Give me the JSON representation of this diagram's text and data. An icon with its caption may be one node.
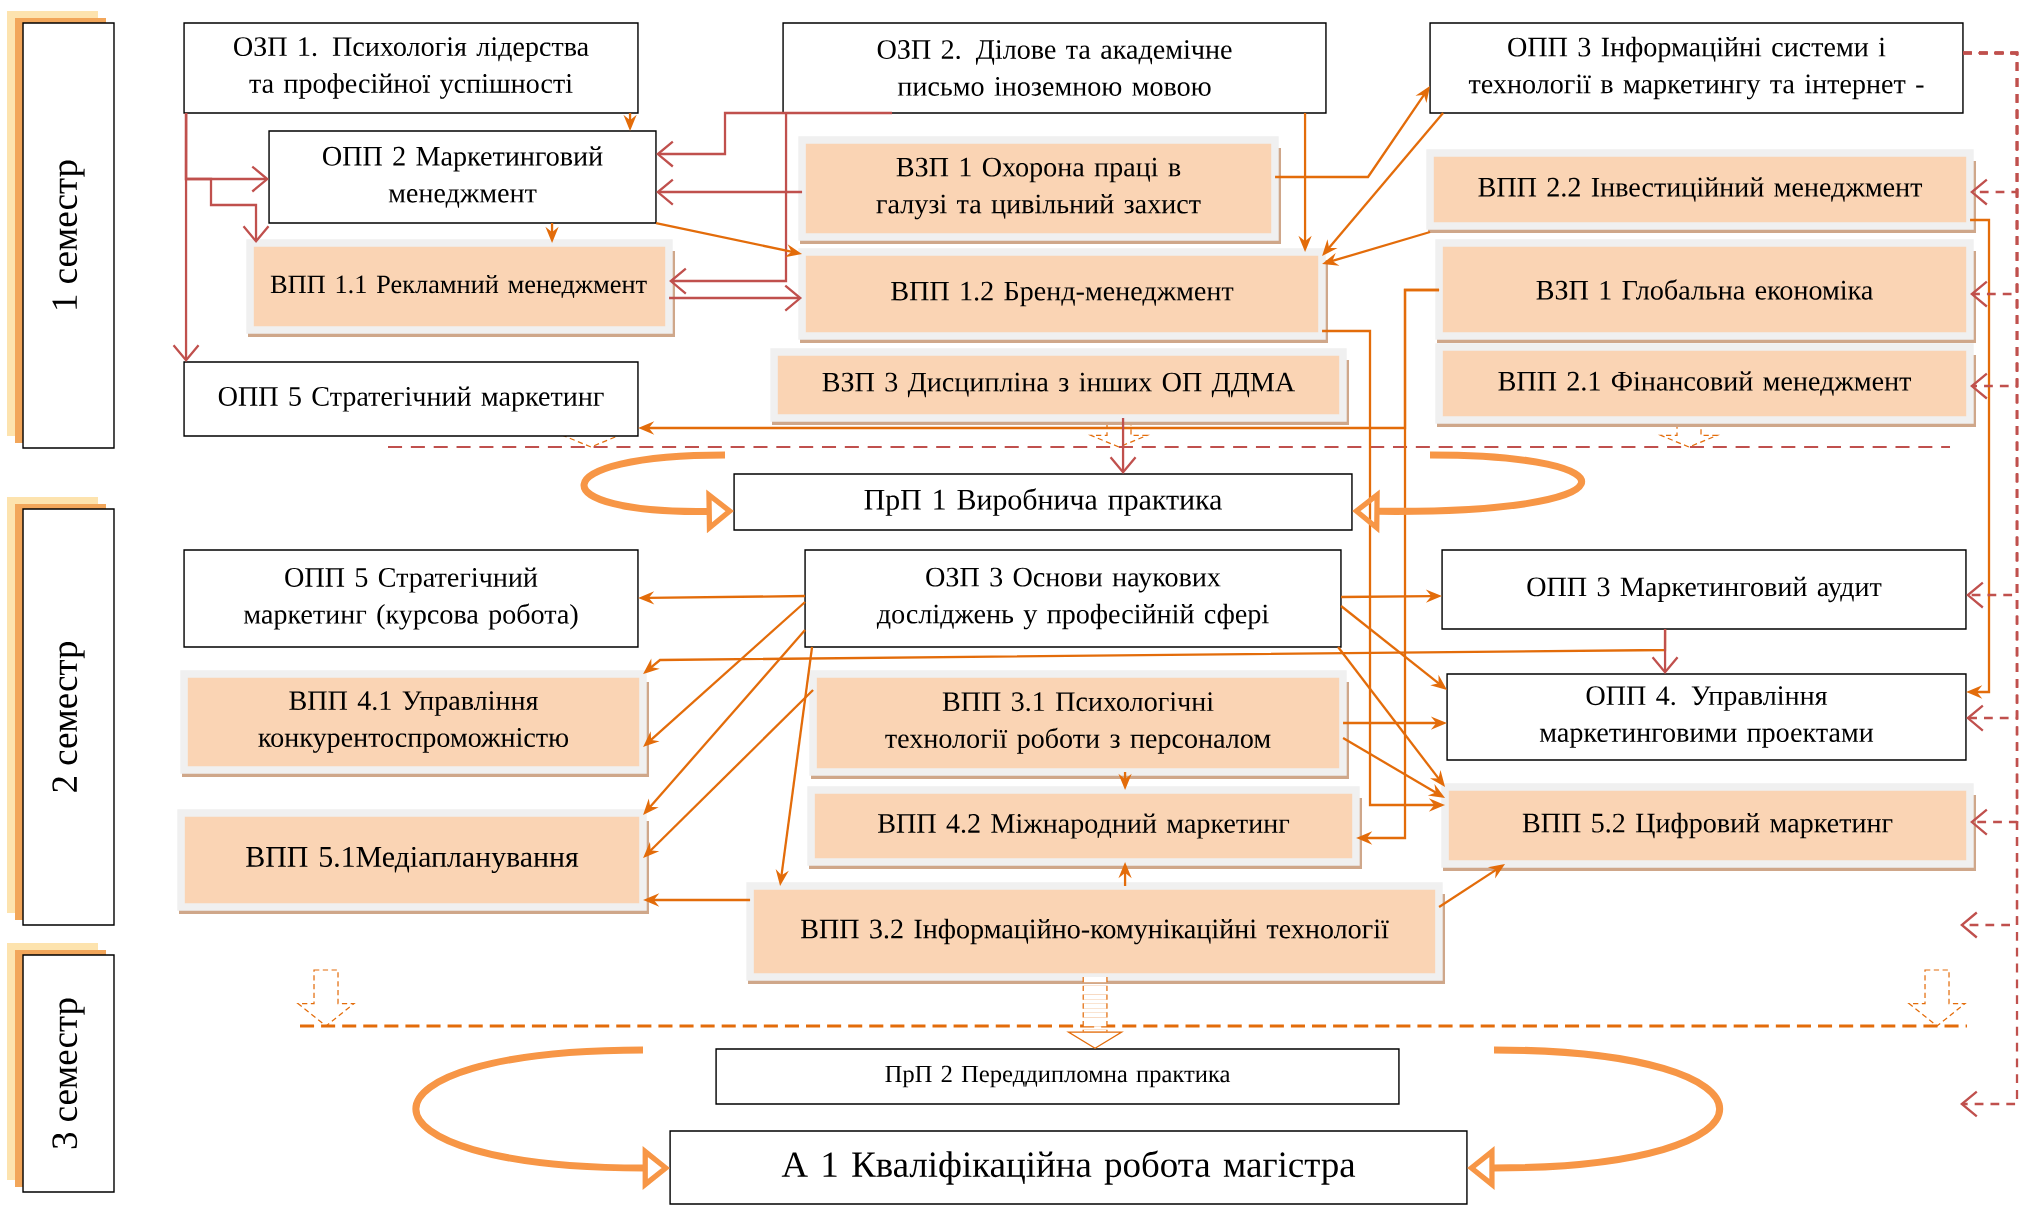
{
  "diagram": {
    "nodes": [
      {
        "text": [
          "ОЗП 1. Психологія лідерства та професійної успішності"
        ]
      },
      {
        "text": [
          "ОЗП 2. Ділове та академічне письмо іноземною мовою"
        ]
      },
      {
        "text": [
          "ОПП 3 Інформаційні системи і технології в маркетингу та інтернет -"
        ]
      },
      {
        "text": [
          "ОПП 2 Маркетинговий менеджмент"
        ]
      },
      {
        "text": [
          "ВЗП 1 Охорона праці в галузі та цивільний захист"
        ]
      },
      {
        "text": [
          "ВПП 2.2 Інвестиційний менеджмент"
        ]
      },
      {
        "text": [
          "ВПП 1.1 Рекламний менеджмент"
        ]
      },
      {
        "text": [
          "ВПП 1.2 Бренд-менеджмент"
        ]
      },
      {
        "text": [
          "ВЗП 1 Глобальна економіка"
        ]
      },
      {
        "text": [
          "ОПП 5 Стратегічний маркетинг"
        ]
      },
      {
        "text": [
          "ВЗП 3 Дисципліна з інших ОП ДДМА"
        ]
      },
      {
        "text": [
          "ВПП 2.1 Фінансовий менеджмент"
        ]
      },
      {
        "text": [
          "ПрП 1 Виробнича практика"
        ]
      },
      {
        "text": [
          "ОПП 5 Стратегічний маркетинг (курсова робота)"
        ]
      },
      {
        "text": [
          "ОЗП 3 Основи наукових досліджень у професійній сфері"
        ]
      },
      {
        "text": [
          "ОПП 3 Маркетинговий аудит"
        ]
      },
      {
        "text": [
          "ВПП 4.1 Управління конкурентоспроможністю"
        ]
      },
      {
        "text": [
          "ВПП 3.1 Психологічні технології роботи з персоналом"
        ]
      },
      {
        "text": [
          "ОПП 4. Управління маркетинговими проектами"
        ]
      },
      {
        "text": [
          "ВПП 5.1Медіапланування"
        ]
      },
      {
        "text": [
          "ВПП 4.2 Міжнародний маркетинг"
        ]
      },
      {
        "text": [
          "ВПП 5.2 Цифровий маркетинг"
        ]
      },
      {
        "text": [
          "ВПП 3.2 Інформаційно-комунікаційні технології"
        ]
      },
      {
        "text": [
          "ПрП 2 Переддипломна практика"
        ]
      },
      {
        "text": [
          "А 1 Кваліфікаційна робота магістра"
        ]
      },
      {
        "text": [
          "1 семестр"
        ]
      },
      {
        "text": [
          "2 семестр"
        ]
      },
      {
        "text": [
          "3 семестр"
        ]
      }
    ],
    "edges": [
      {
        "from": 0,
        "to": 9,
        "arrow": "to",
        "color": "#c0504d"
      },
      {
        "from": 0,
        "to": 3,
        "arrow": "to",
        "color": "#c0504d"
      },
      {
        "from": 0,
        "to": 6,
        "arrow": "to",
        "color": "#c0504d"
      },
      {
        "from": 0,
        "to": 3,
        "arrow": "to"
      },
      {
        "from": 1,
        "to": 3,
        "arrow": "to",
        "color": "#c0504d"
      },
      {
        "from": 4,
        "to": 3,
        "arrow": "to",
        "color": "#c0504d"
      },
      {
        "from": 1,
        "to": 6,
        "arrow": "to",
        "color": "#c0504d"
      },
      {
        "from": 6,
        "to": 7,
        "arrow": "to",
        "color": "#c0504d"
      },
      {
        "from": 3,
        "to": 6,
        "arrow": "to"
      },
      {
        "from": 3,
        "to": 7,
        "arrow": "to"
      },
      {
        "from": 4,
        "to": 2,
        "arrow": "to"
      },
      {
        "from": 2,
        "to": 7,
        "arrow": "to"
      },
      {
        "from": 1,
        "to": 7,
        "arrow": "to"
      },
      {
        "from": 5,
        "to": 7,
        "arrow": "to"
      },
      {
        "from": 8,
        "to": 9,
        "arrow": "to"
      },
      {
        "from": 8,
        "to": 20,
        "arrow": "to"
      },
      {
        "from": 7,
        "to": 21,
        "arrow": "to"
      },
      {
        "from": 5,
        "to": 18,
        "arrow": "to"
      },
      {
        "from": 14,
        "to": 13,
        "arrow": "to"
      },
      {
        "from": 14,
        "to": 16,
        "arrow": "to"
      },
      {
        "from": 14,
        "to": 19,
        "arrow": "to"
      },
      {
        "from": 17,
        "to": 19,
        "arrow": "to"
      },
      {
        "from": 14,
        "to": 22,
        "arrow": "to"
      },
      {
        "from": 14,
        "to": 15,
        "arrow": "to"
      },
      {
        "from": 14,
        "to": 18,
        "arrow": "to"
      },
      {
        "from": 14,
        "to": 21,
        "arrow": "to"
      },
      {
        "from": 15,
        "to": 16,
        "arrow": "to"
      },
      {
        "from": 15,
        "to": 18,
        "arrow": "to",
        "color": "#c0504d"
      },
      {
        "from": 17,
        "to": 18,
        "arrow": "to"
      },
      {
        "from": 17,
        "to": 20,
        "arrow": "to"
      },
      {
        "from": 22,
        "to": 20,
        "arrow": "to"
      },
      {
        "from": 22,
        "to": 19,
        "arrow": "to"
      },
      {
        "from": 22,
        "to": 21,
        "arrow": "to"
      },
      {
        "from": 17,
        "to": 21,
        "arrow": "to"
      },
      {
        "from": 10,
        "to": 12,
        "arrow": "to",
        "color": "#c0504d"
      },
      {
        "from": 2,
        "to": 5,
        "arrow": "to",
        "style": "dashed",
        "color": "#c0504d"
      },
      {
        "from": 2,
        "to": 8,
        "arrow": "to",
        "style": "dashed",
        "color": "#c0504d"
      },
      {
        "from": 2,
        "to": 11,
        "arrow": "to",
        "style": "dashed",
        "color": "#c0504d"
      },
      {
        "from": 2,
        "to": 15,
        "arrow": "to",
        "style": "dashed",
        "color": "#c0504d"
      },
      {
        "from": 2,
        "to": 18,
        "arrow": "to",
        "style": "dashed",
        "color": "#c0504d"
      },
      {
        "from": 2,
        "to": 21,
        "arrow": "to",
        "style": "dashed",
        "color": "#c0504d"
      },
      {
        "from": 2,
        "to": null,
        "arrow": "to",
        "style": "dashed",
        "color": "#c0504d"
      },
      {
        "from": 2,
        "to": null,
        "arrow": "to",
        "style": "dashed",
        "color": "#c0504d"
      },
      {
        "from": 22,
        "to": 23,
        "arrow": "to",
        "style": "dashed"
      },
      {
        "from": null,
        "to": 12,
        "arrow": "to",
        "style": "thick",
        "color": "#f79646"
      },
      {
        "from": null,
        "to": 12,
        "arrow": "to",
        "style": "thick",
        "color": "#f79646"
      },
      {
        "from": null,
        "to": 24,
        "arrow": "to",
        "style": "thick",
        "color": "#f79646"
      },
      {
        "from": null,
        "to": 24,
        "arrow": "to",
        "style": "thick",
        "color": "#f79646"
      }
    ]
  }
}
